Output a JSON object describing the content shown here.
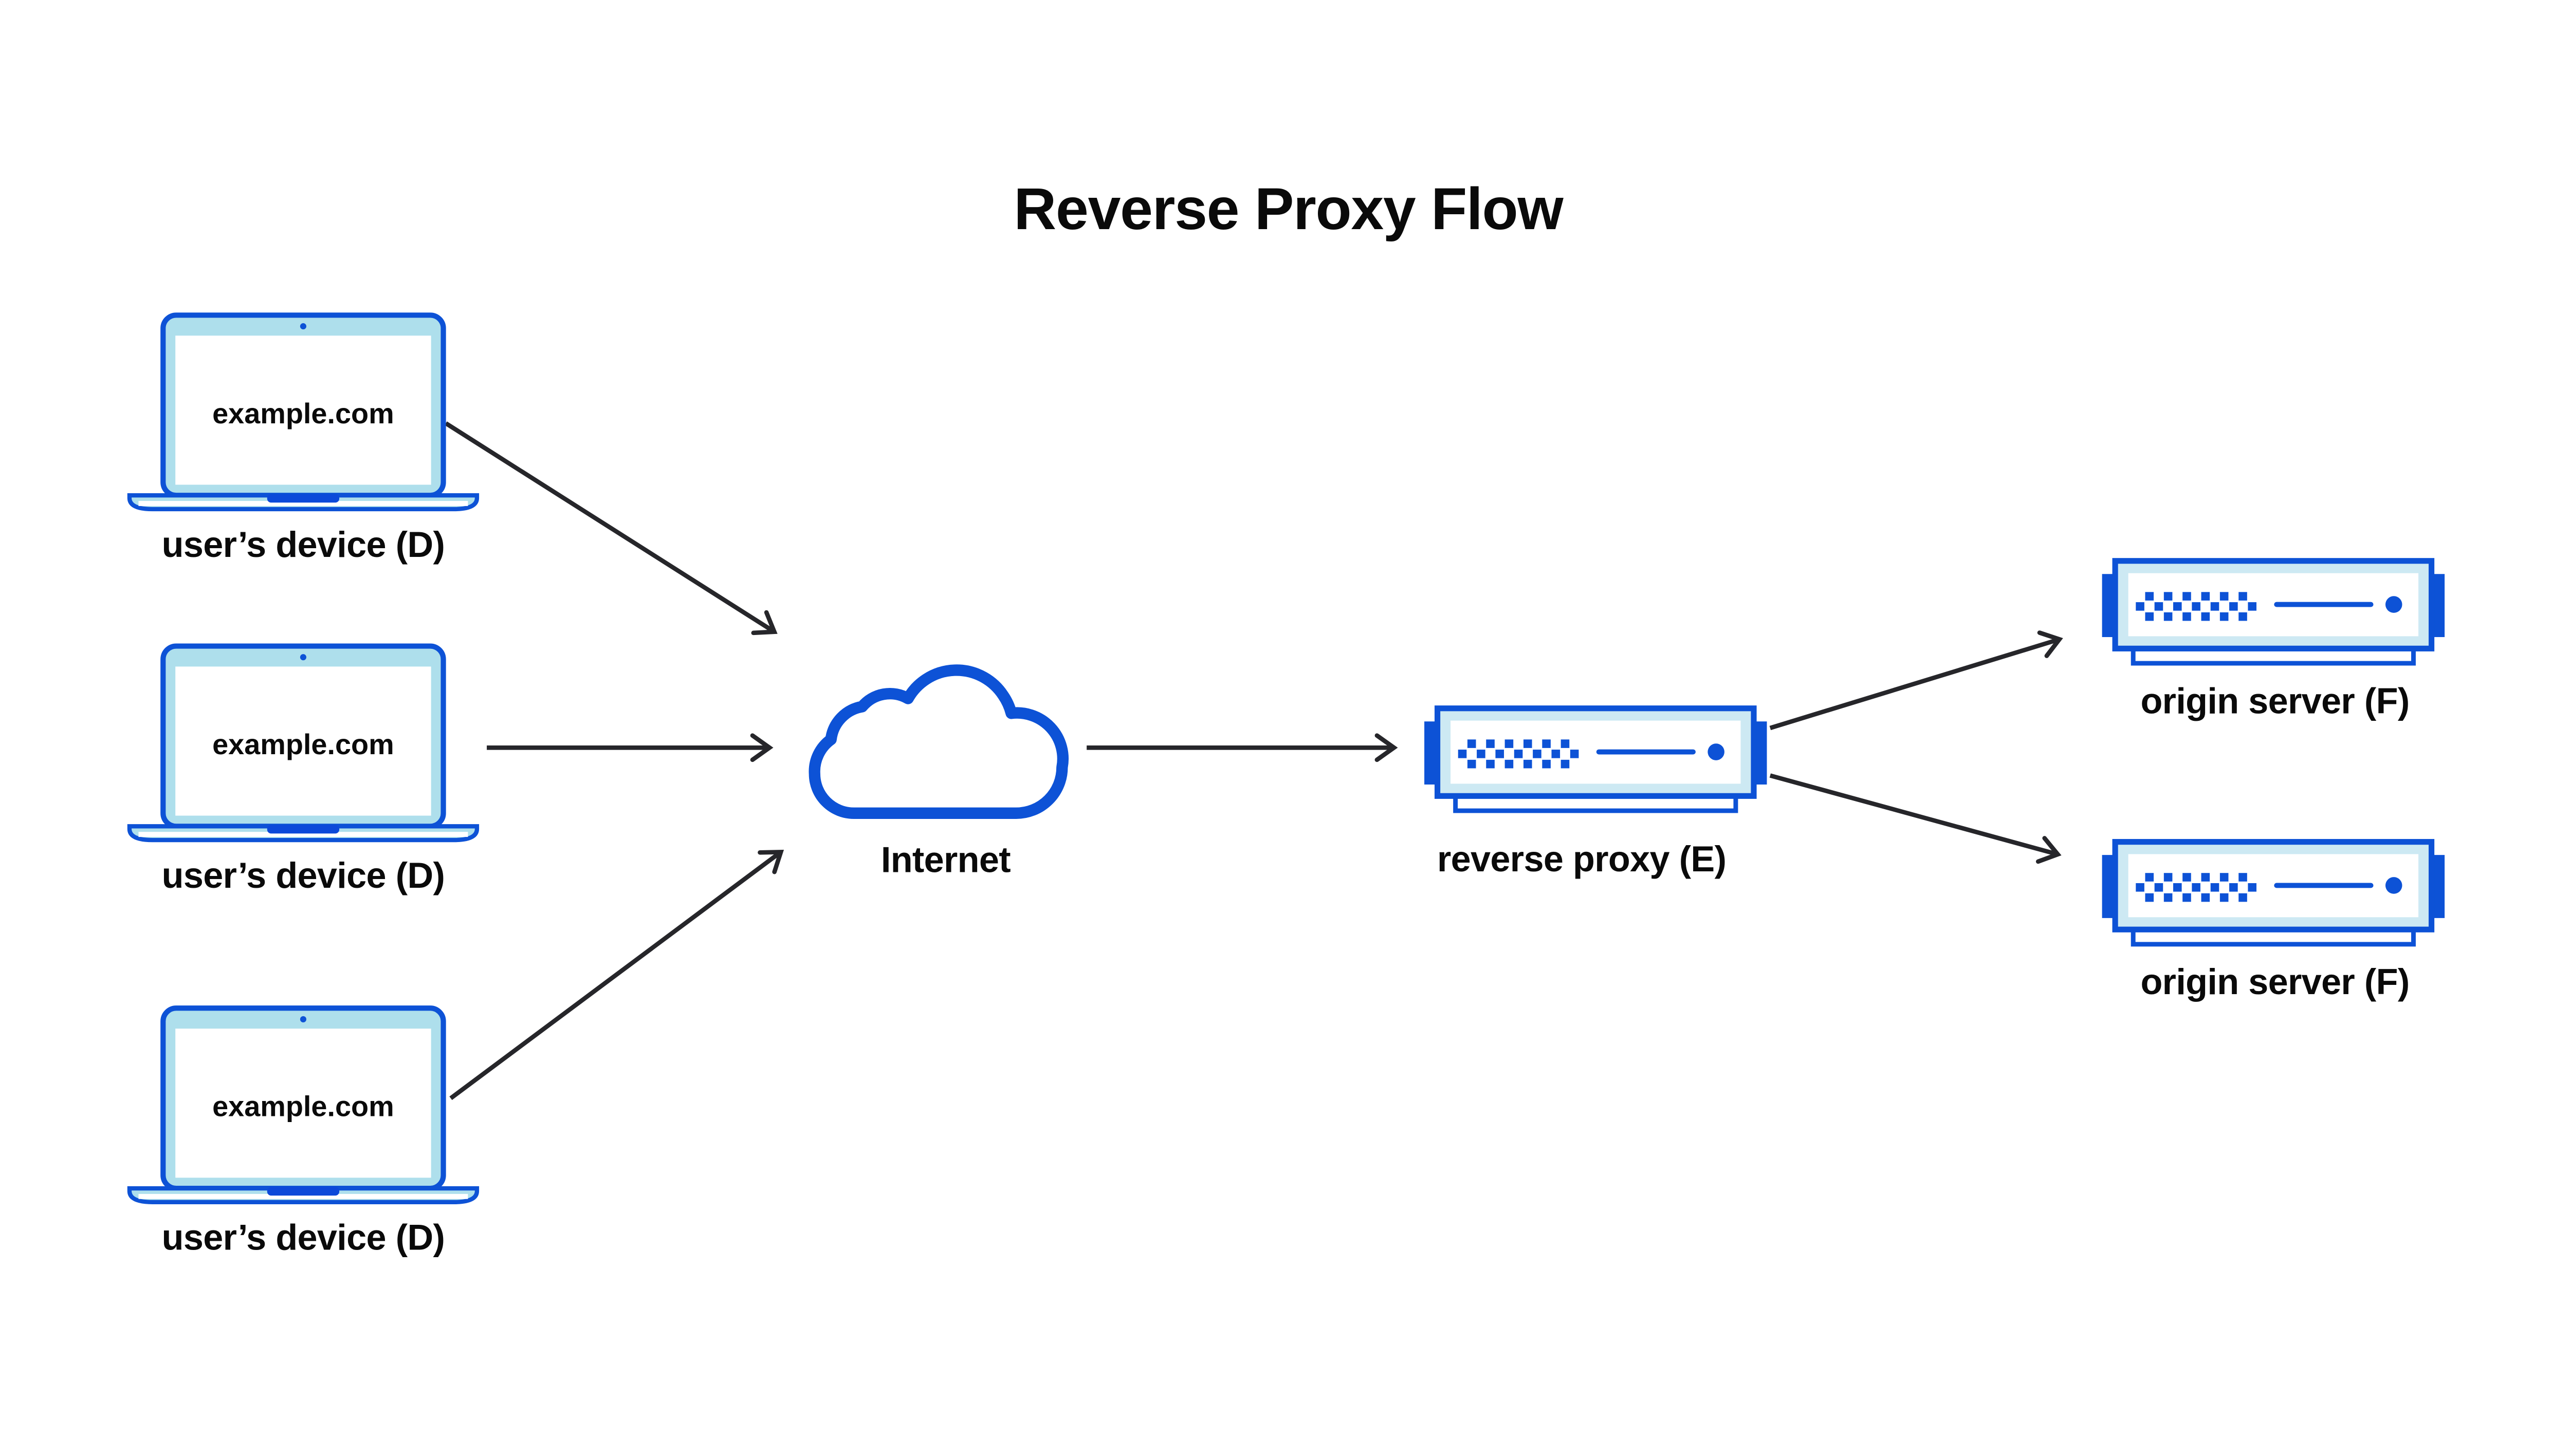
{
  "title": "Reverse Proxy Flow",
  "nodes": {
    "devices": [
      {
        "screen_label": "example.com",
        "caption": "user’s device (D)"
      },
      {
        "screen_label": "example.com",
        "caption": "user’s device (D)"
      },
      {
        "screen_label": "example.com",
        "caption": "user’s device (D)"
      }
    ],
    "internet": {
      "caption": "Internet"
    },
    "reverse_proxy": {
      "caption": "reverse proxy (E)"
    },
    "origin_servers": [
      {
        "caption": "origin server (F)"
      },
      {
        "caption": "origin server (F)"
      }
    ]
  },
  "edges": [
    {
      "from": "user's device 1",
      "to": "Internet"
    },
    {
      "from": "user's device 2",
      "to": "Internet"
    },
    {
      "from": "user's device 3",
      "to": "Internet"
    },
    {
      "from": "Internet",
      "to": "reverse proxy (E)"
    },
    {
      "from": "reverse proxy (E)",
      "to": "origin server (F) top"
    },
    {
      "from": "reverse proxy (E)",
      "to": "origin server (F) bottom"
    }
  ],
  "colors": {
    "primary_blue": "#0d52d6",
    "device_fill": "#aedfec",
    "server_fill": "#cde9f3",
    "arrow": "#26262a",
    "text": "#0a0a0a",
    "background": "#ffffff"
  }
}
